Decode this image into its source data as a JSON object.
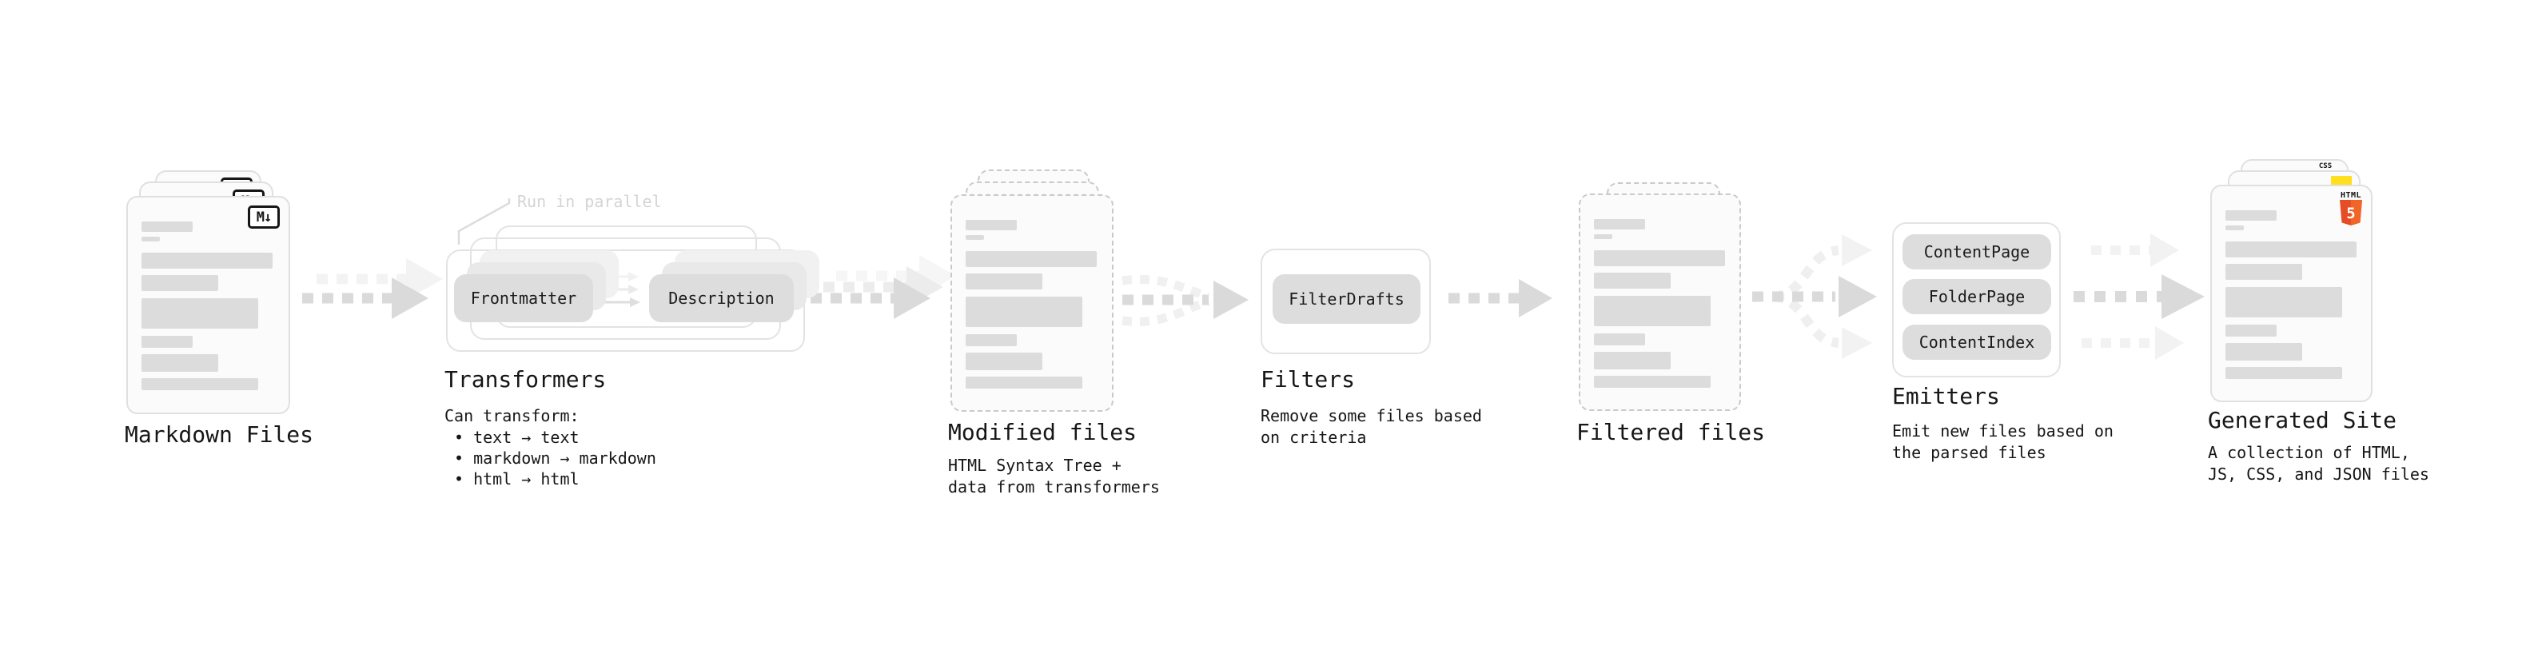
{
  "markdown": {
    "label": "Markdown Files",
    "badge": "M↓"
  },
  "transformers": {
    "note": "Run in parallel",
    "button_frontmatter": "Frontmatter",
    "button_description": "Description",
    "heading": "Transformers",
    "body_title": "Can transform:",
    "bullets": [
      "• text → text",
      "• markdown → markdown",
      "• html → html"
    ]
  },
  "modified": {
    "label": "Modified files",
    "subtitle": [
      "HTML Syntax Tree +",
      "data from transformers"
    ]
  },
  "filters": {
    "heading": "Filters",
    "button_filterdrafts": "FilterDrafts",
    "subtitle": [
      "Remove some files based",
      "on criteria"
    ]
  },
  "filtered": {
    "label": "Filtered files"
  },
  "emitters": {
    "heading": "Emitters",
    "button_contentpage": "ContentPage",
    "button_folderpage": "FolderPage",
    "button_contentindex": "ContentIndex",
    "subtitle": [
      "Emit new files based on",
      "the parsed files"
    ]
  },
  "generated": {
    "label": "Generated Site",
    "subtitle": [
      "A collection of HTML,",
      "JS, CSS, and JSON files"
    ],
    "css_badge": "CSS",
    "html_badge": "HTML",
    "html_number": "5"
  },
  "colors": {
    "css_blue": "#2f6bf2",
    "js_yellow": "#ffdf1e",
    "html_orange": "#e44d26",
    "html_orange_light": "#f16529"
  }
}
